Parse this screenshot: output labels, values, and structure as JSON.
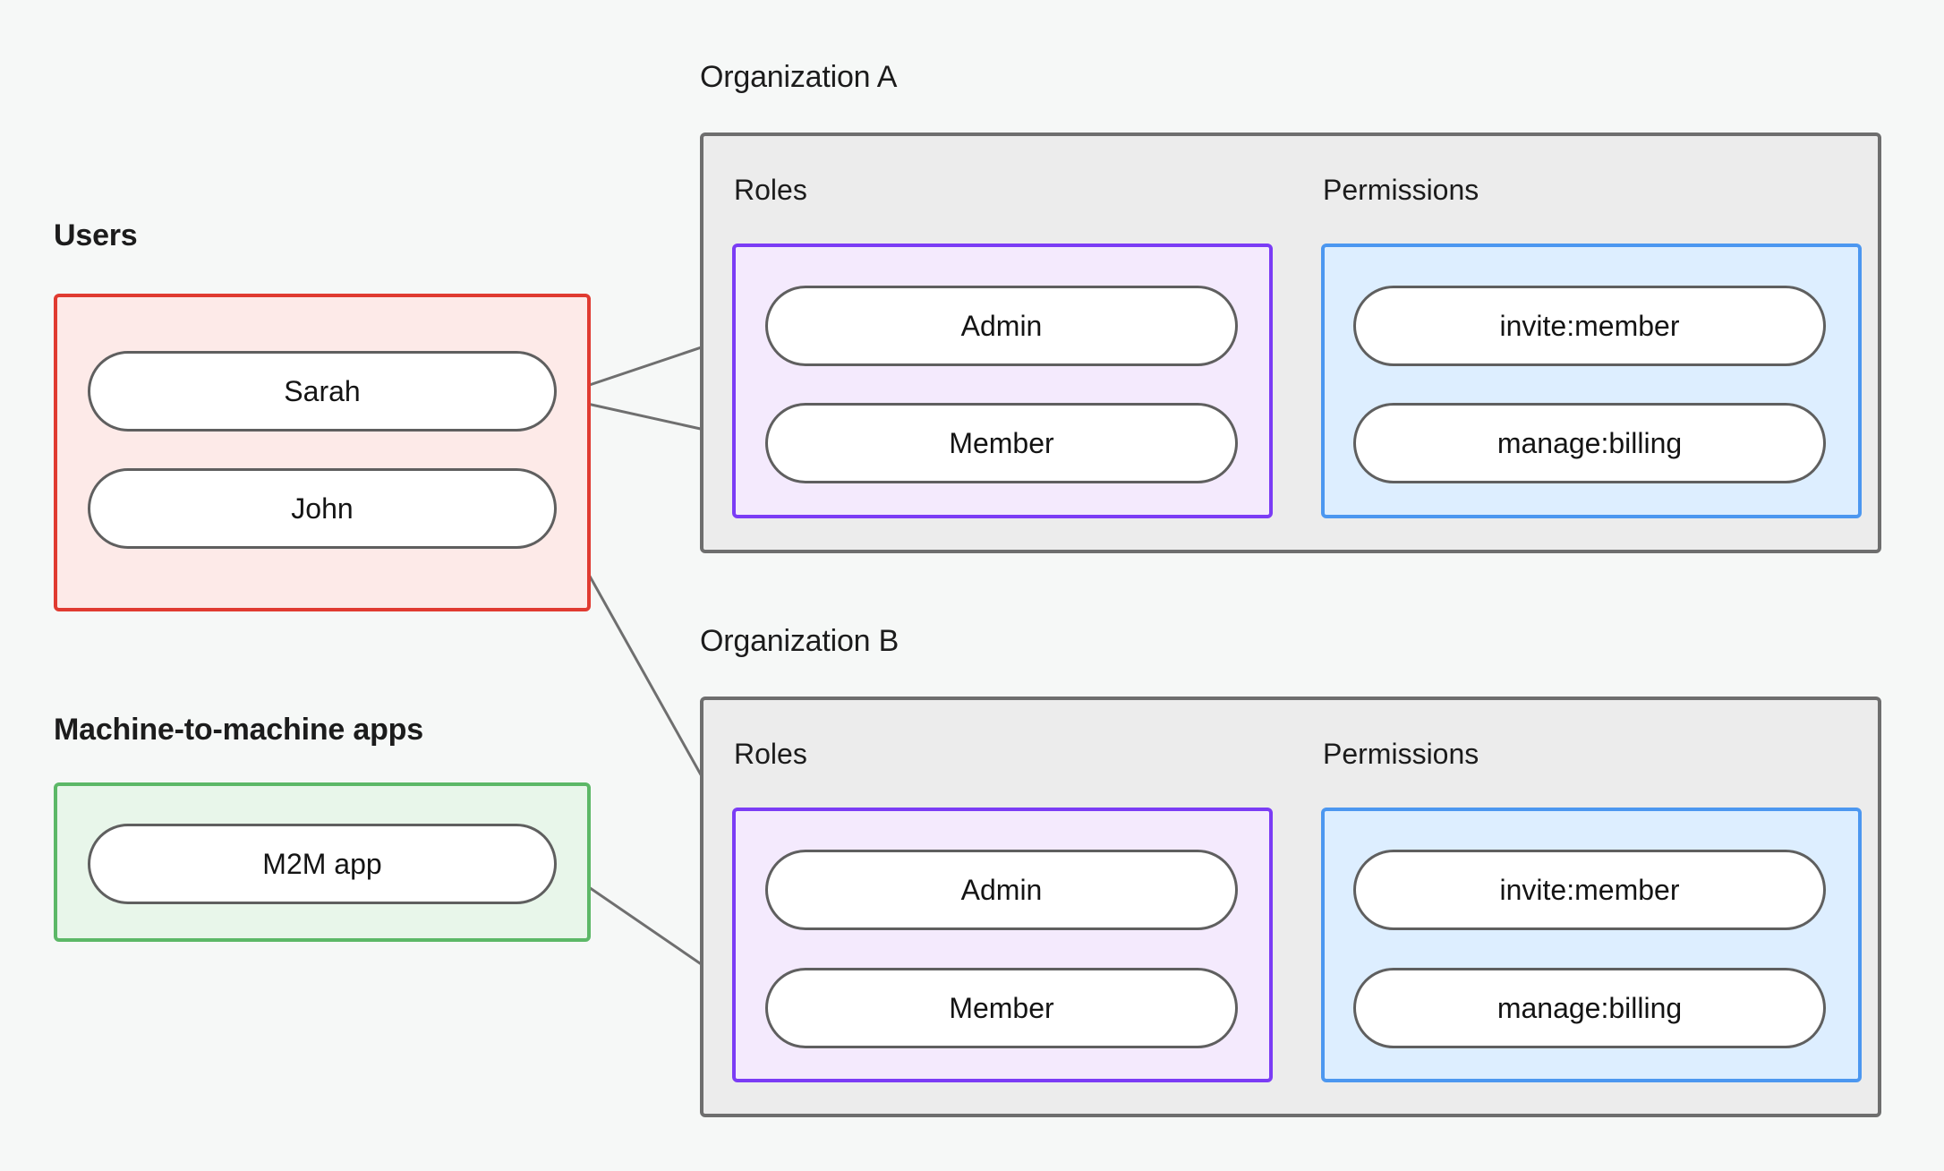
{
  "colors": {
    "canvas_bg": "#f6f8f7",
    "users_border": "#e03b31",
    "users_fill": "#fdeae8",
    "m2m_border": "#5cb867",
    "m2m_fill": "#e8f6ea",
    "org_border": "#6e6e6e",
    "org_fill": "#ececec",
    "roles_border": "#7b3cf5",
    "roles_fill": "#f4eafd",
    "perms_border": "#4c97f0",
    "perms_fill": "#ddeeff",
    "pill_border": "#5f5f5f",
    "pill_fill": "#ffffff",
    "edge_stroke": "#6f6f6f",
    "text": "#141414"
  },
  "left": {
    "users_group": {
      "title": "Users",
      "items": [
        {
          "label": "Sarah"
        },
        {
          "label": "John"
        }
      ]
    },
    "m2m_group": {
      "title": "Machine-to-machine apps",
      "items": [
        {
          "label": "M2M app"
        }
      ]
    }
  },
  "organizations": [
    {
      "title": "Organization A",
      "roles_title": "Roles",
      "permissions_title": "Permissions",
      "roles": [
        {
          "label": "Admin"
        },
        {
          "label": "Member"
        }
      ],
      "permissions": [
        {
          "label": "invite:member"
        },
        {
          "label": "manage:billing"
        }
      ]
    },
    {
      "title": "Organization B",
      "roles_title": "Roles",
      "permissions_title": "Permissions",
      "roles": [
        {
          "label": "Admin"
        },
        {
          "label": "Member"
        }
      ],
      "permissions": [
        {
          "label": "invite:member"
        },
        {
          "label": "manage:billing"
        }
      ]
    }
  ],
  "connections": [
    {
      "from": "Sarah",
      "to": "Organization A / Admin"
    },
    {
      "from": "Sarah",
      "to": "Organization A / Member"
    },
    {
      "from": "John",
      "to": "Organization B / Admin"
    },
    {
      "from": "M2M app",
      "to": "Organization B / Member"
    },
    {
      "from": "Organization A / Admin",
      "to": "Organization A / invite:member"
    },
    {
      "from": "Organization A / Admin",
      "to": "Organization A / manage:billing"
    },
    {
      "from": "Organization A / Member",
      "to": "Organization A / manage:billing"
    },
    {
      "from": "Organization B / Admin",
      "to": "Organization B / invite:member"
    },
    {
      "from": "Organization B / Admin",
      "to": "Organization B / manage:billing"
    },
    {
      "from": "Organization B / Member",
      "to": "Organization B / manage:billing"
    }
  ]
}
